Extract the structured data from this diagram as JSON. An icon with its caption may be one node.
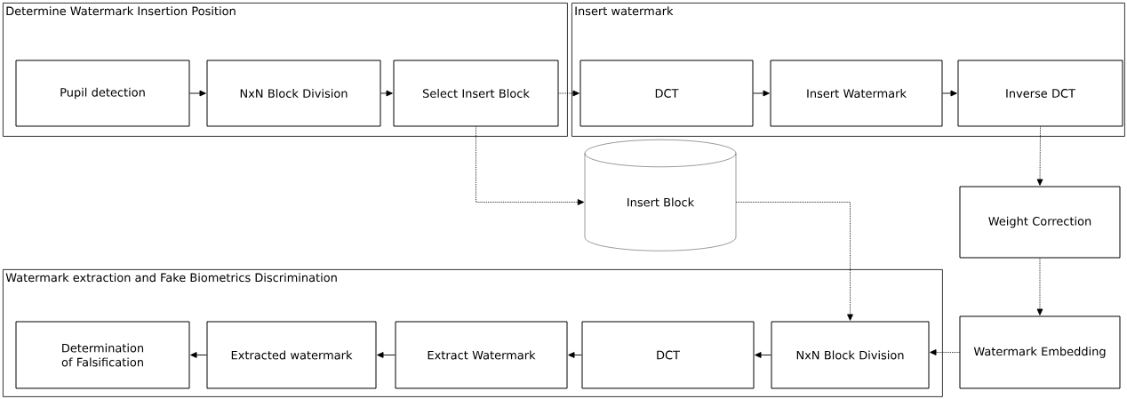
{
  "diagram": {
    "nodes": [
      {
        "text": [
          "Determine Watermark Insertion Position"
        ]
      },
      {
        "text": [
          "Pupil detection"
        ],
        "in": 0
      },
      {
        "text": [
          "NxN Block Division"
        ],
        "in": 0
      },
      {
        "text": [
          "Select Insert Block"
        ],
        "in": 0
      },
      {
        "text": [
          "Insert watermark"
        ]
      },
      {
        "text": [
          "DCT"
        ],
        "in": 4
      },
      {
        "text": [
          "Insert Watermark"
        ],
        "in": 4
      },
      {
        "text": [
          "Inverse DCT"
        ],
        "in": 4
      },
      {
        "text": [
          "Insert Block"
        ]
      },
      {
        "text": [
          "Weight Correction"
        ]
      },
      {
        "text": [
          "Watermark extraction and Fake Biometrics Discrimination"
        ]
      },
      {
        "text": [
          "Determination of Falsification"
        ],
        "in": 10
      },
      {
        "text": [
          "Extracted watermark"
        ],
        "in": 10
      },
      {
        "text": [
          "Extract Watermark"
        ],
        "in": 10
      },
      {
        "text": [
          "DCT"
        ],
        "in": 10
      },
      {
        "text": [
          "NxN Block Division"
        ],
        "in": 10
      },
      {
        "text": [
          "Watermark Embedding"
        ]
      }
    ],
    "edges": [
      {
        "from": 1,
        "to": 2,
        "arrow": "to"
      },
      {
        "from": 2,
        "to": 3,
        "arrow": "to"
      },
      {
        "from": 3,
        "to": 5,
        "arrow": "to",
        "style": "dashed"
      },
      {
        "from": 5,
        "to": 6,
        "arrow": "to"
      },
      {
        "from": 6,
        "to": 7,
        "arrow": "to"
      },
      {
        "from": 3,
        "to": 8,
        "arrow": "to",
        "style": "dashed"
      },
      {
        "from": 7,
        "to": 9,
        "arrow": "to",
        "style": "dashed"
      },
      {
        "from": 9,
        "to": 16,
        "arrow": "to",
        "style": "dashed"
      },
      {
        "from": 8,
        "to": 15,
        "arrow": "to",
        "style": "dashed"
      },
      {
        "from": 16,
        "to": 15,
        "arrow": "to",
        "style": "dashed"
      },
      {
        "from": 15,
        "to": 14,
        "arrow": "to"
      },
      {
        "from": 14,
        "to": 13,
        "arrow": "to"
      },
      {
        "from": 13,
        "to": 12,
        "arrow": "to"
      },
      {
        "from": 12,
        "to": 11,
        "arrow": "to"
      }
    ]
  }
}
